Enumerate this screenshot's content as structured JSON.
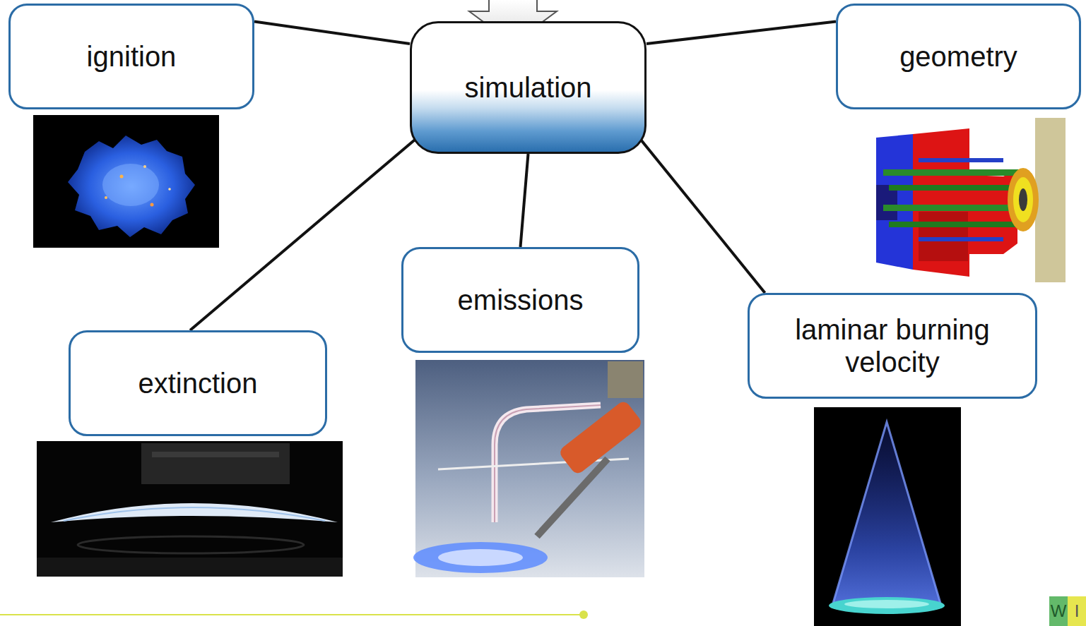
{
  "diagram": {
    "nodes": [
      {
        "text": [
          "ignition"
        ]
      },
      {
        "text": [
          "simulation"
        ]
      },
      {
        "text": [
          "geometry"
        ]
      },
      {
        "text": [
          "extinction"
        ]
      },
      {
        "text": [
          "emissions"
        ]
      },
      {
        "text": [
          "laminar burning velocity"
        ]
      }
    ],
    "edges": [
      {
        "from": 1,
        "to": 0,
        "arrow": "none"
      },
      {
        "from": 1,
        "to": 2,
        "arrow": "none"
      },
      {
        "from": 1,
        "to": 3,
        "arrow": "none"
      },
      {
        "from": 1,
        "to": 4,
        "arrow": "none"
      },
      {
        "from": 1,
        "to": 5,
        "arrow": "none"
      }
    ],
    "labels": [
      "W",
      "I"
    ]
  }
}
